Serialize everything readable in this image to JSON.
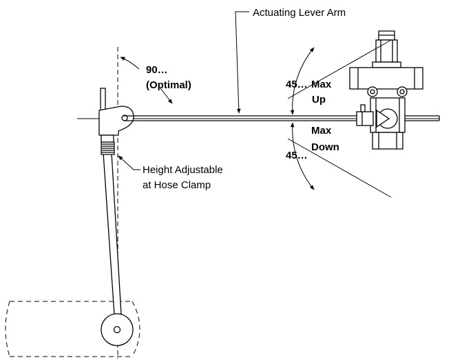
{
  "labels": {
    "lever_arm": "Actuating Lever Arm",
    "angle_90": "90…",
    "optimal": "(Optimal)",
    "angle_45_up": "45…",
    "max_up_1": "Max",
    "max_up_2": "Up",
    "max_down_1": "Max",
    "max_down_2": "Down",
    "angle_45_down": "45…",
    "height_adj_1": "Height Adjustable",
    "height_adj_2": "at Hose Clamp"
  },
  "colors": {
    "line": "#000000",
    "background": "#ffffff"
  }
}
